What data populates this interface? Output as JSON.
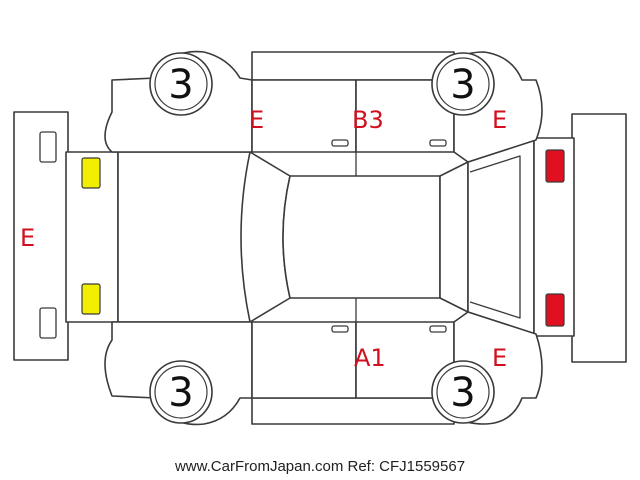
{
  "colors": {
    "outline": "#3a3a3a",
    "damage_text": "#d20f1e",
    "marker_yellow": "#f2ee00",
    "marker_red": "#e01020"
  },
  "tire_grades": {
    "front_left": "3",
    "front_right": "3",
    "rear_left": "3",
    "rear_right": "3"
  },
  "damage_codes": {
    "front_bumper": "E",
    "left_front_fender": "E",
    "left_rear_door": "B3",
    "left_rear_quarter": "E",
    "right_rear_door": "A1",
    "right_rear_quarter": "E"
  },
  "markers": {
    "front_lights": "yellow",
    "rear_lights": "red"
  },
  "footer": {
    "text": "www.CarFromJapan.com Ref: CFJ1559567"
  }
}
